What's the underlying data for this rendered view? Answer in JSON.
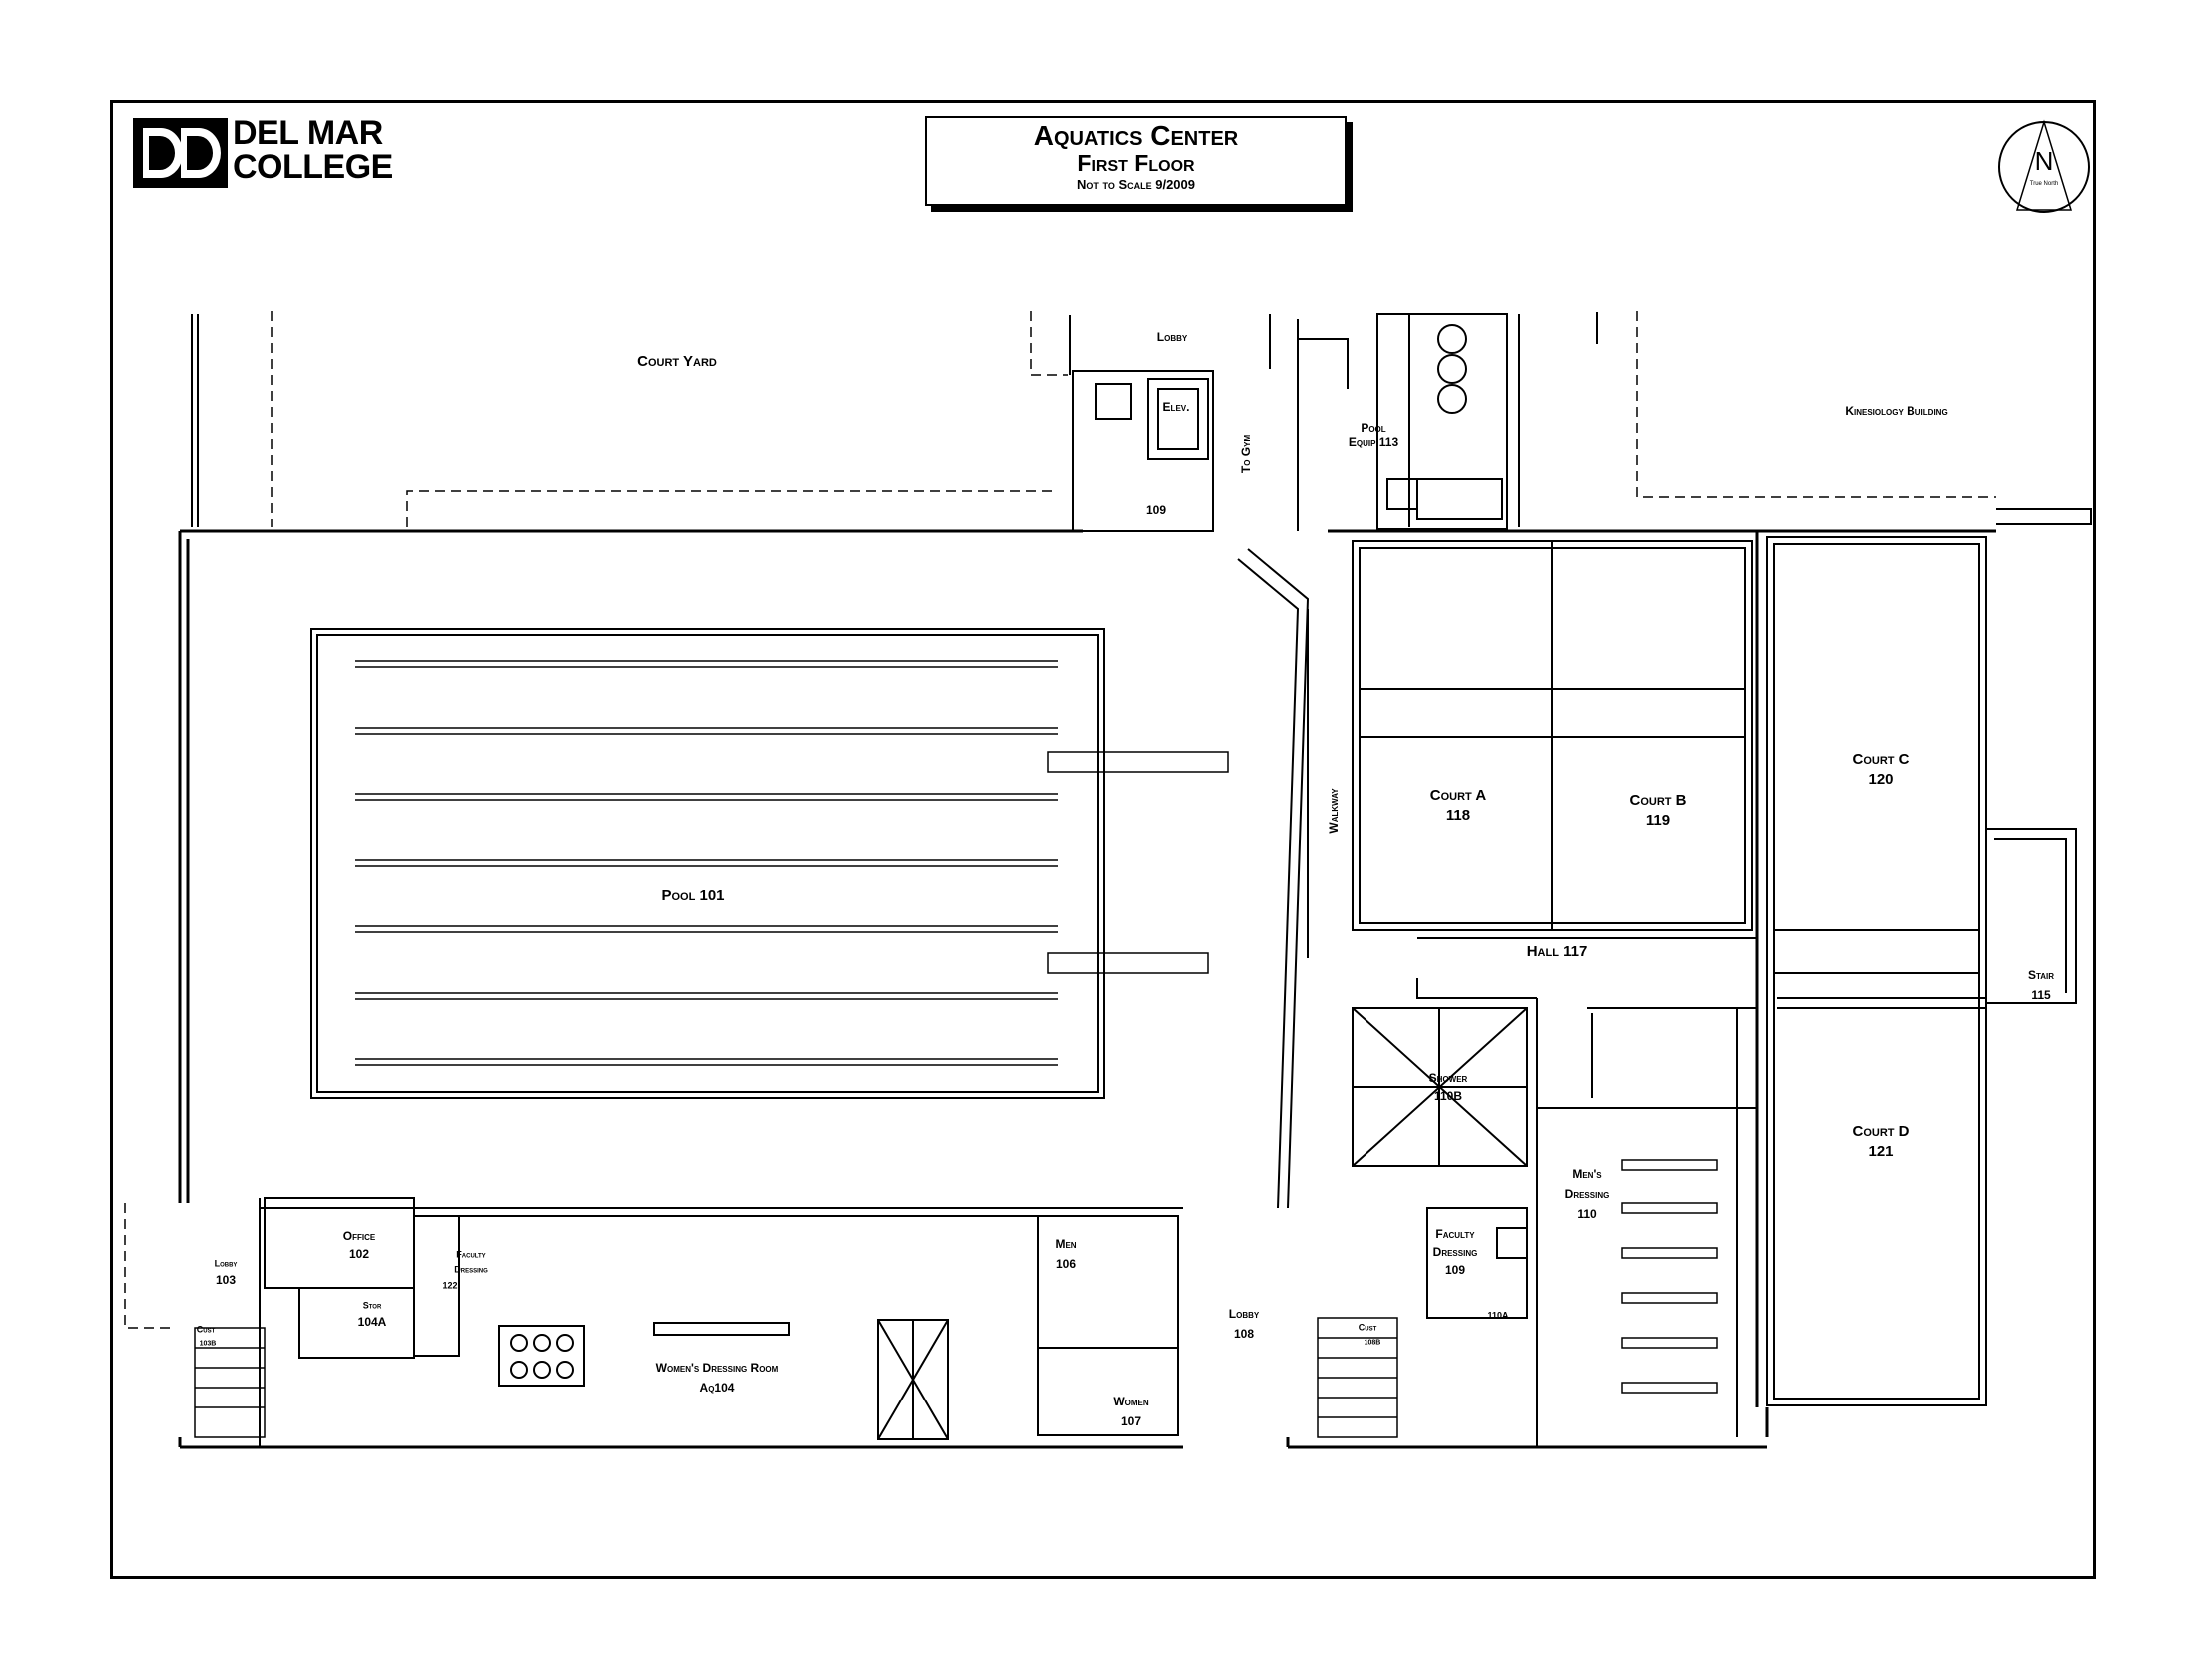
{
  "logo": {
    "line1": "DEL MAR",
    "line2": "COLLEGE"
  },
  "title": {
    "main": "Aquatics Center",
    "sub": "First Floor",
    "note": "Not to Scale 9/2009"
  },
  "compass": {
    "letter": "N",
    "caption": "True North"
  },
  "rooms": {
    "court_yard": "Court Yard",
    "lobby_top": "Lobby",
    "elev": "Elev.",
    "to_gym": "To Gym",
    "pool_equip": "Pool Equip 113",
    "kinesiology": "Kinesiology Building",
    "room_109_top": "109",
    "pool": "Pool 101",
    "walkway": "Walkway",
    "court_a": "Court A",
    "court_a_num": "118",
    "court_b": "Court B",
    "court_b_num": "119",
    "court_c": "Court C",
    "court_c_num": "120",
    "court_d": "Court D",
    "court_d_num": "121",
    "hall": "Hall 117",
    "stair": "Stair",
    "stair_num": "115",
    "shower": "Shower",
    "shower_num": "110B",
    "mens_dressing": "Men's",
    "mens_dressing2": "Dressing",
    "mens_dressing_num": "110",
    "faculty_dressing_r": "Faculty",
    "faculty_dressing_r2": "Dressing",
    "faculty_dressing_r_num": "109",
    "room_110a": "110A",
    "lobby_108": "Lobby",
    "lobby_108_num": "108",
    "cust_r": "Cust",
    "cust_r_num": "108B",
    "men": "Men",
    "men_num": "106",
    "women": "Women",
    "women_num": "107",
    "womens_dressing": "Women's Dressing Room",
    "womens_dressing_num": "Aq104",
    "office": "Office",
    "office_num": "102",
    "faculty_dressing_l": "Faculty",
    "faculty_dressing_l2": "Dressing",
    "faculty_dressing_l_num": "122",
    "stor": "Stor",
    "stor_num": "104A",
    "lobby_103": "Lobby",
    "lobby_103_num": "103",
    "cust_l": "Cust",
    "cust_l_num": "103B"
  }
}
